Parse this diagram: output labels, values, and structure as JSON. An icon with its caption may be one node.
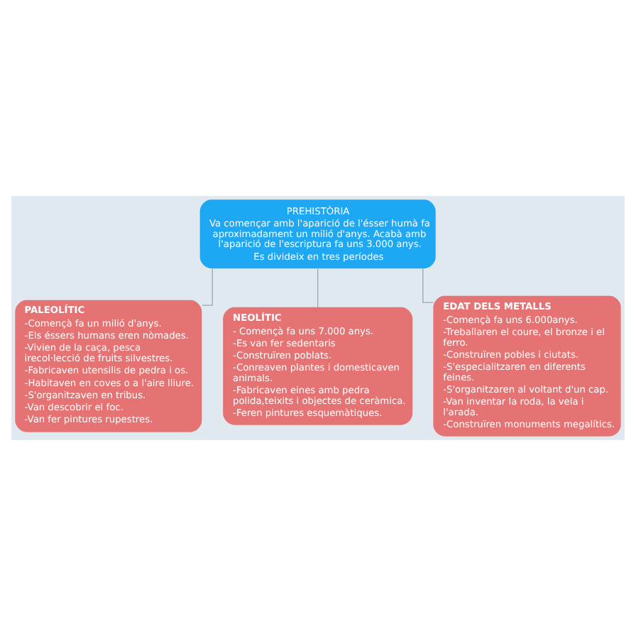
{
  "diagram": {
    "nodes": [
      {
        "text": [
          "PREHISTÒRIA",
          "Va començar amb l'aparició de l'ésser humà fa aproximadament un milió d'anys. Acabà amb l'aparició de l'escriptura fa uns 3.000 anys.",
          "Es divideix en tres períodes"
        ]
      },
      {
        "text": [
          "PALEOLÍTIC",
          "-Començà fa un milió d'anys.",
          "-Els éssers humans eren nòmades.",
          "-Vivien de la caça, pesca irecol·lecció de fruits silvestres.",
          "-Fabricaven utensilis de pedra i os.",
          "-Habitaven en coves o a l'aire lliure.",
          "-S'organitzaven en tribus.",
          "-Van descobrir el foc.",
          "-Van fer pintures rupestres."
        ]
      },
      {
        "text": [
          "NEOLÍTIC",
          "- Començà fa uns 7.000 anys.",
          "-Es van fer sedentaris",
          "-Construïren poblats.",
          "-Conreaven plantes i domesticaven animals.",
          "-Fabricaven eines amb pedra polida,teixits i objectes de ceràmica.",
          "-Feren pintures esquemàtiques."
        ]
      },
      {
        "text": [
          "EDAT DELS METALLS",
          "-Començà fa uns 6.000anys.",
          "-Treballaren el coure, el bronze i el ferro.",
          "-Construïren pobles i ciutats.",
          "-S'especialitzaren en diferents feines.",
          "-S'organitzaren al voltant d'un cap.",
          "-Van inventar la roda, la vela i l'arada.",
          "-Construïren monuments megalítics."
        ]
      }
    ],
    "edges": [
      {
        "from": 0,
        "to": 1,
        "arrow": "none"
      },
      {
        "from": 0,
        "to": 2,
        "arrow": "none"
      },
      {
        "from": 0,
        "to": 3,
        "arrow": "none"
      }
    ]
  }
}
